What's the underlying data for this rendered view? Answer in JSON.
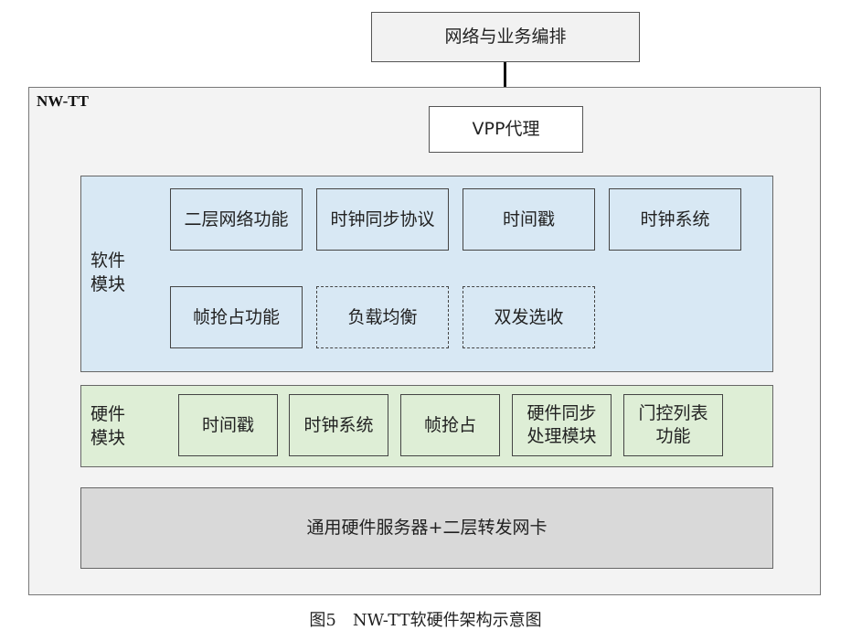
{
  "top_box": "网络与业务编排",
  "nwtt_label": "NW-TT",
  "vpp_proxy": "VPP代理",
  "software_module": {
    "label_line1": "软件",
    "label_line2": "模块",
    "row1": [
      "二层网络功能",
      "时钟同步协议",
      "时间戳",
      "时钟系统"
    ],
    "row2": [
      "帧抢占功能",
      "负载均衡",
      "双发选收"
    ]
  },
  "hardware_module": {
    "label_line1": "硬件",
    "label_line2": "模块",
    "items": [
      {
        "line1": "时间戳",
        "line2": ""
      },
      {
        "line1": "时钟系统",
        "line2": ""
      },
      {
        "line1": "帧抢占",
        "line2": ""
      },
      {
        "line1": "硬件同步",
        "line2": "处理模块"
      },
      {
        "line1": "门控列表",
        "line2": "功能"
      }
    ]
  },
  "base_layer": "通用硬件服务器+二层转发网卡",
  "caption": "图5　NW-TT软硬件架构示意图"
}
